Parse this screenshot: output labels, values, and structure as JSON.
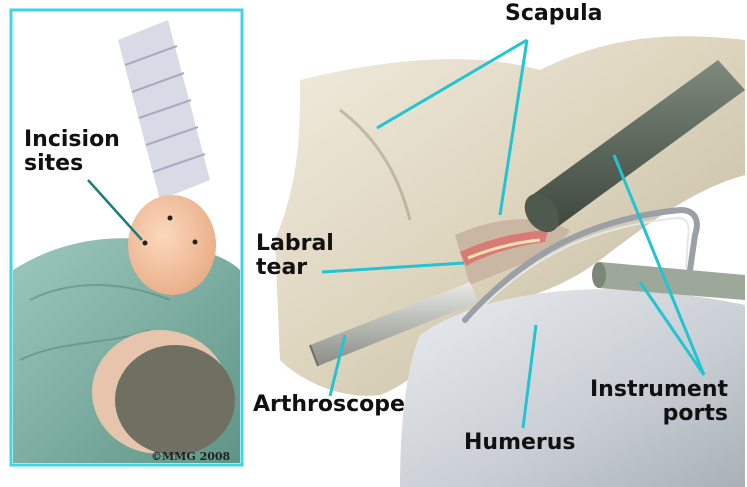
{
  "labels": {
    "incision_sites": "Incision\nsites",
    "scapula": "Scapula",
    "labral_tear": "Labral\ntear",
    "arthroscope": "Arthroscope",
    "humerus": "Humerus",
    "instrument_ports": "Instrument\nports"
  },
  "copyright": "©MMG 2008",
  "colors": {
    "leader_line": "#22c4d2",
    "inset_border": "#3dd6e3",
    "drape": "#7fb3a6",
    "skin": "#f4c6a3",
    "bone": "#d9d2bf"
  }
}
